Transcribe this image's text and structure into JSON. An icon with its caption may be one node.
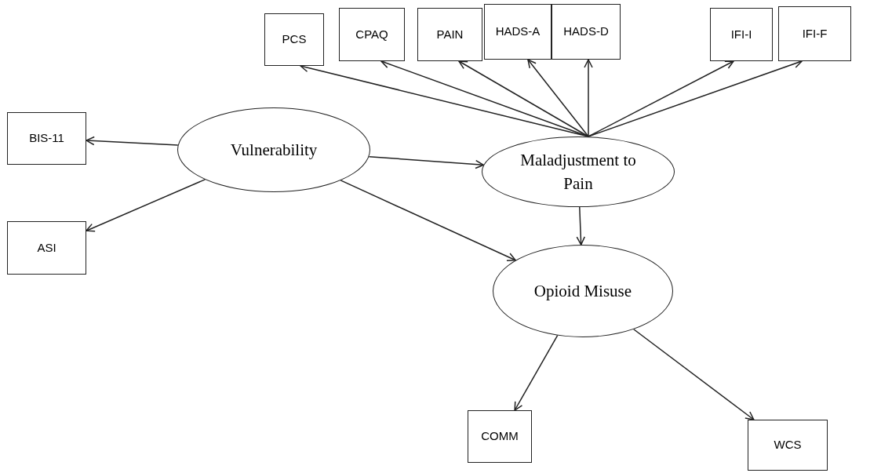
{
  "diagram": {
    "nodes": [
      {
        "text": [
          "PCS"
        ]
      },
      {
        "text": [
          "CPAQ"
        ]
      },
      {
        "text": [
          "PAIN"
        ]
      },
      {
        "text": [
          "HADS-A"
        ]
      },
      {
        "text": [
          "HADS-D"
        ]
      },
      {
        "text": [
          "IFI-I"
        ]
      },
      {
        "text": [
          "IFI-F"
        ]
      },
      {
        "text": [
          "BIS-11"
        ]
      },
      {
        "text": [
          "Vulnerability"
        ]
      },
      {
        "text": [
          "Maladjustment to Pain"
        ]
      },
      {
        "text": [
          "ASI"
        ]
      },
      {
        "text": [
          "Opioid Misuse"
        ]
      },
      {
        "text": [
          "COMM"
        ]
      },
      {
        "text": [
          "WCS"
        ]
      }
    ],
    "edges": [
      {
        "from": 9,
        "to": 0,
        "arrow": "to"
      },
      {
        "from": 9,
        "to": 1,
        "arrow": "to"
      },
      {
        "from": 9,
        "to": 2,
        "arrow": "to"
      },
      {
        "from": 9,
        "to": 3,
        "arrow": "to"
      },
      {
        "from": 9,
        "to": 4,
        "arrow": "to"
      },
      {
        "from": 9,
        "to": 5,
        "arrow": "to"
      },
      {
        "from": 9,
        "to": 6,
        "arrow": "to"
      },
      {
        "from": 8,
        "to": 7,
        "arrow": "to"
      },
      {
        "from": 8,
        "to": 9,
        "arrow": "to"
      },
      {
        "from": 8,
        "to": 10,
        "arrow": "to"
      },
      {
        "from": 8,
        "to": 11,
        "arrow": "to"
      },
      {
        "from": 9,
        "to": 11,
        "arrow": "to"
      },
      {
        "from": 11,
        "to": 12,
        "arrow": "to"
      },
      {
        "from": 11,
        "to": 13,
        "arrow": "to"
      }
    ]
  }
}
